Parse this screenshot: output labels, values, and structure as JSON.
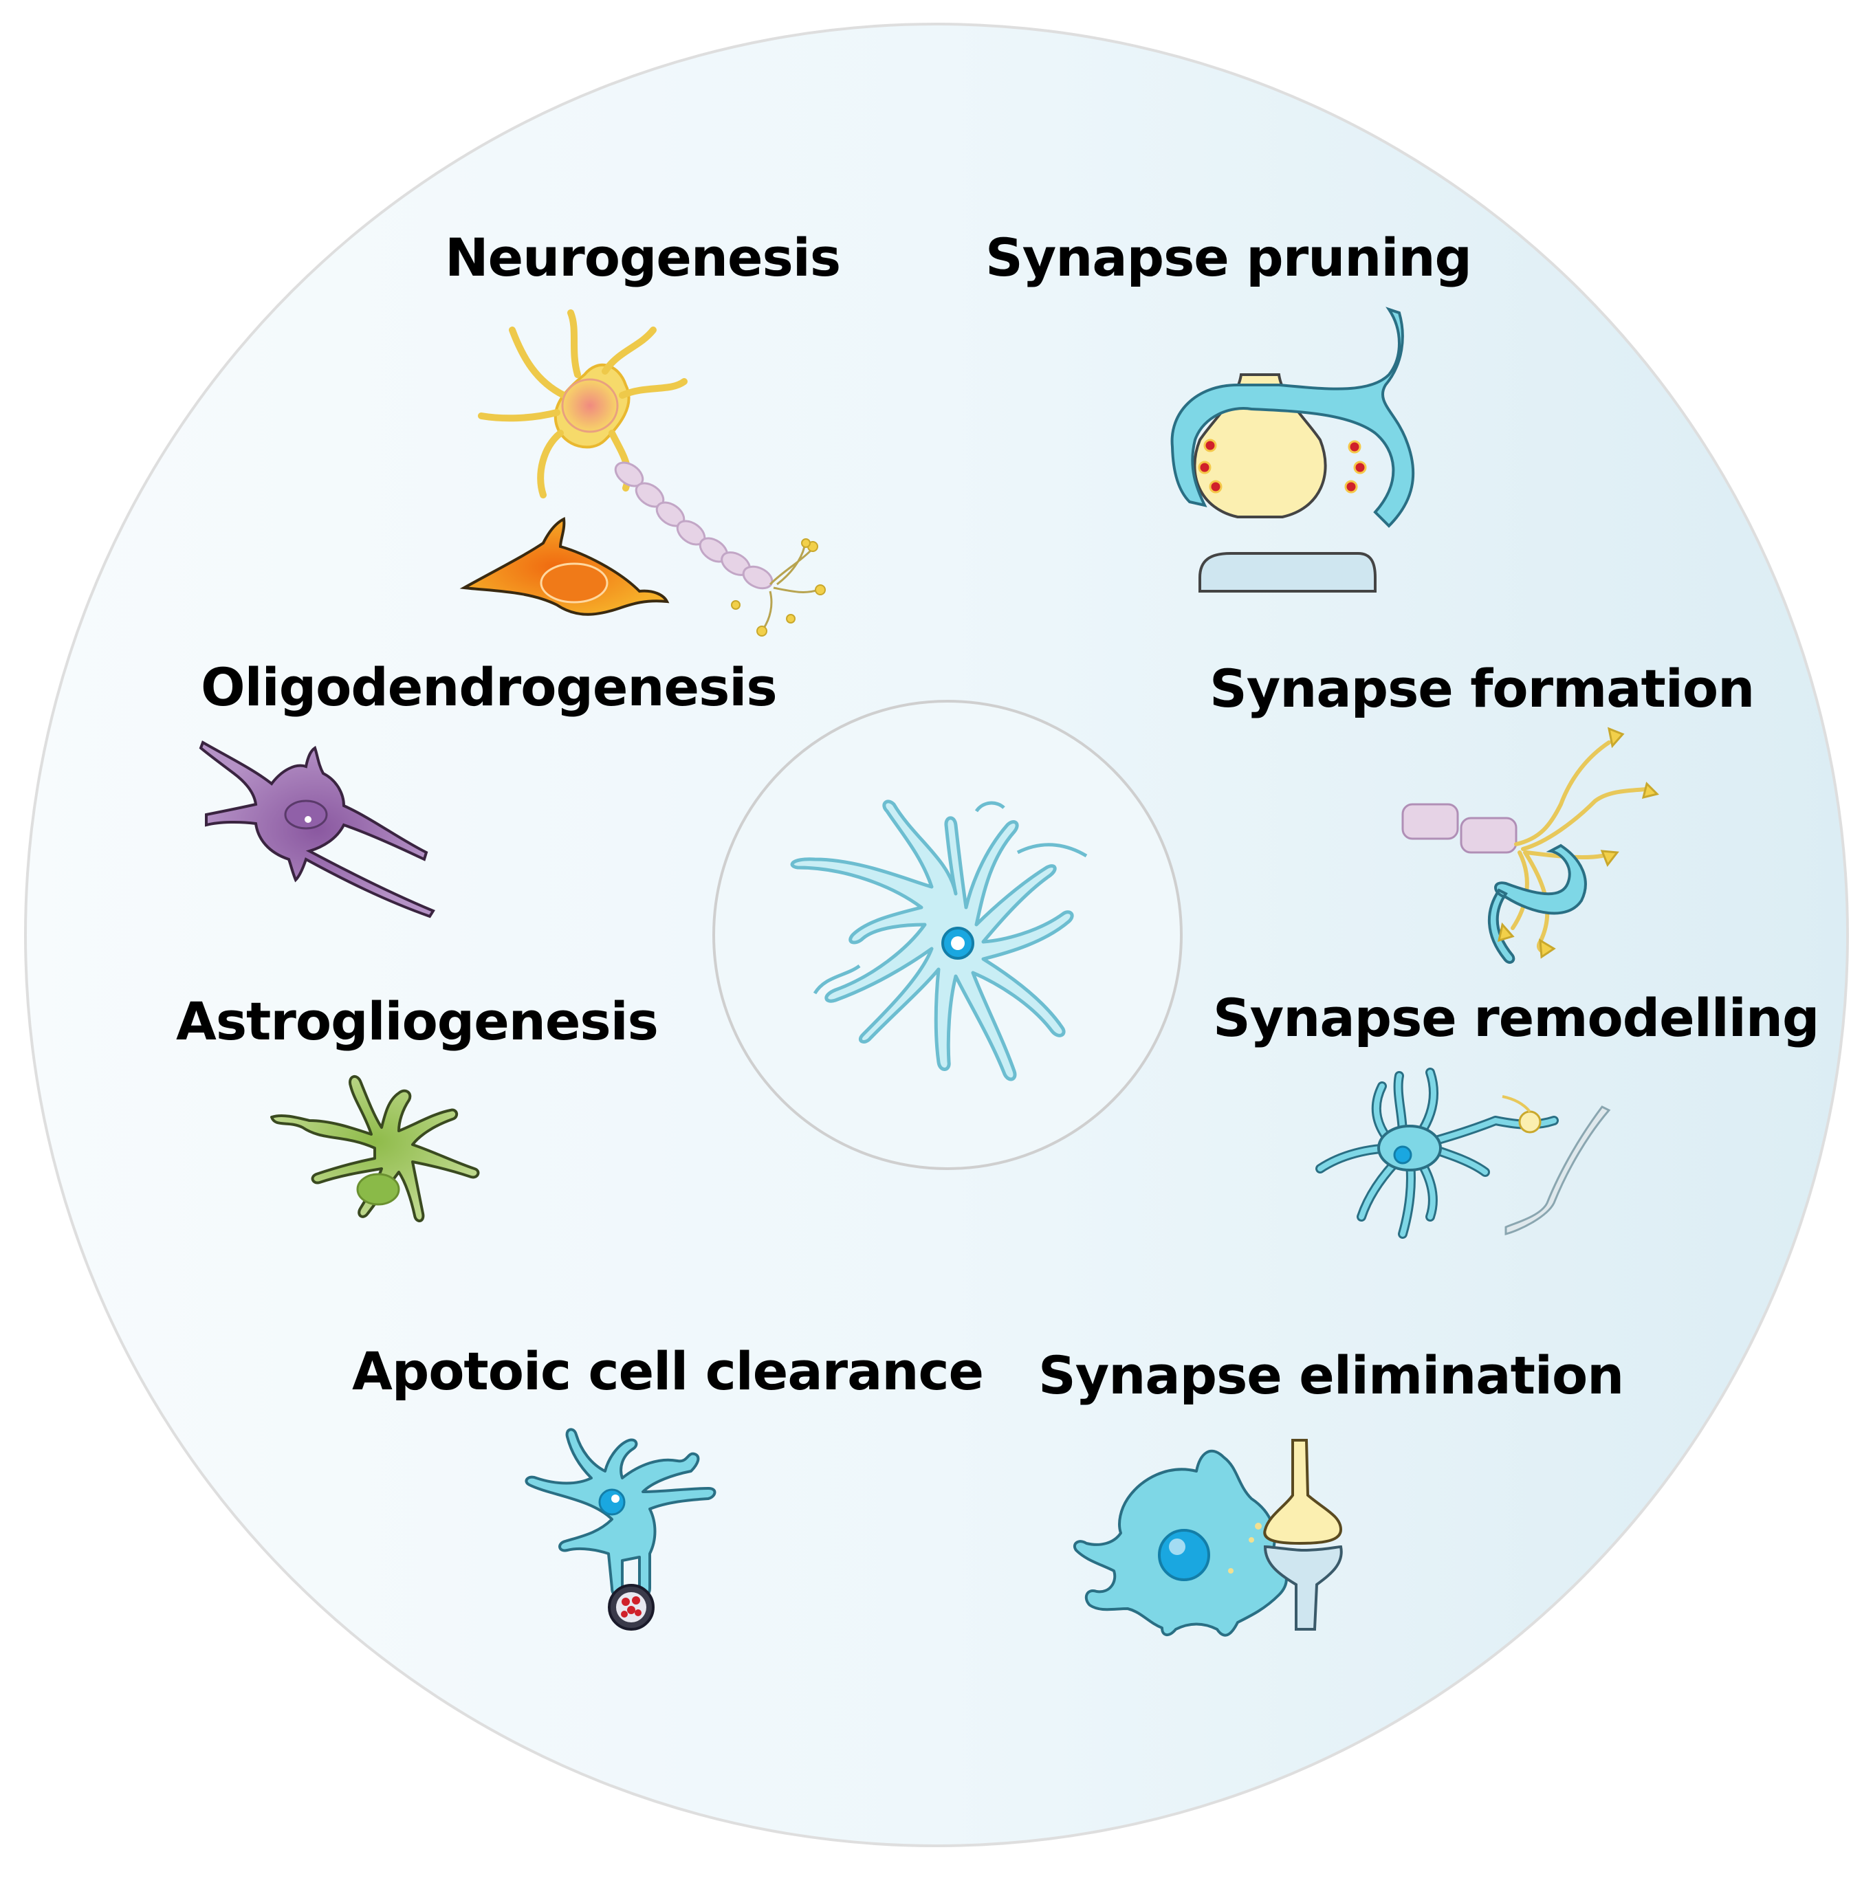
{
  "labels": {
    "neurogenesis": "Neurogenesis",
    "synapse_pruning": "Synapse pruning",
    "oligodendrogenesis": "Oligodendrogenesis",
    "synapse_formation": "Synapse formation",
    "astrogliogenesis": "Astrogliogenesis",
    "synapse_remodelling": "Synapse remodelling",
    "apoptotic_cell_clearance": "Apotoic cell clearance",
    "synapse_elimination": "Synapse elimination"
  },
  "colors": {
    "outer_circle_fill": "#e6f4f9",
    "outer_circle_stroke": "#dcdcdc",
    "microglia_fill": "#7ed7e6",
    "microglia_stroke": "#2a8fa8",
    "microglia_center_fill": "#c9eef5",
    "nucleus": "#1aa7e0",
    "neuron_body": "#f3d95f",
    "neuron_soma": "#f0a6a0",
    "axon_myelin": "#dcc6dc",
    "progenitor_orange": "#f08a1c",
    "oligodendrocyte_purple": "#9b6aae",
    "astrocyte_green": "#a8c86a",
    "presynaptic_yellow": "#fbefb0",
    "postsynaptic_blue": "#cfe6f0",
    "receptor_red": "#d0202a"
  }
}
